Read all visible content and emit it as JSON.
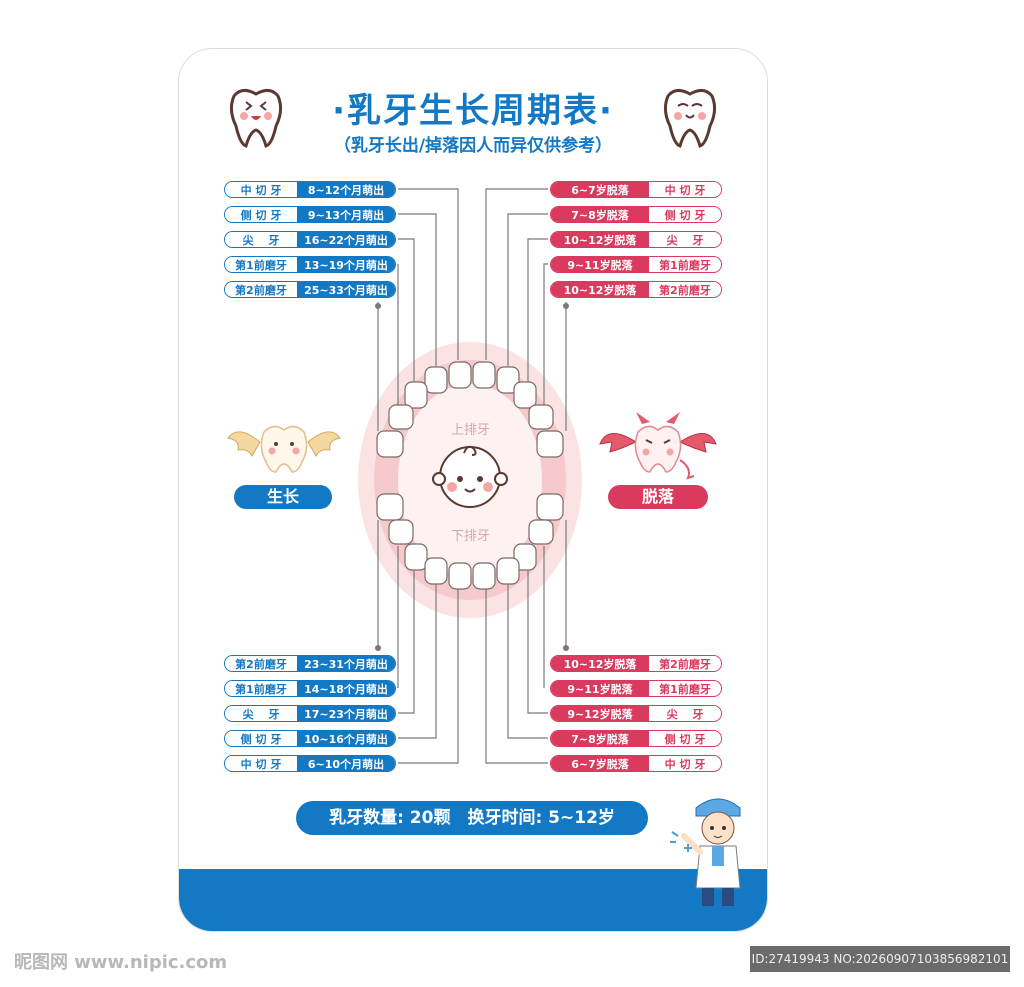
{
  "title": "·乳牙生长周期表·",
  "subtitle": "（乳牙长出/掉落因人而异仅供参考）",
  "labels": {
    "upper_jaw": "上排牙",
    "lower_jaw": "下排牙",
    "grow": "生长",
    "fall": "脱落"
  },
  "upper_grow": [
    {
      "name": "中 切 牙",
      "value": "8~12个月萌出"
    },
    {
      "name": "侧 切 牙",
      "value": "9~13个月萌出"
    },
    {
      "name": "尖　 牙",
      "value": "16~22个月萌出"
    },
    {
      "name": "第1前磨牙",
      "value": "13~19个月萌出"
    },
    {
      "name": "第2前磨牙",
      "value": "25~33个月萌出"
    }
  ],
  "upper_fall": [
    {
      "name": "中 切 牙",
      "value": "6~7岁脱落"
    },
    {
      "name": "侧 切 牙",
      "value": "7~8岁脱落"
    },
    {
      "name": "尖　 牙",
      "value": "10~12岁脱落"
    },
    {
      "name": "第1前磨牙",
      "value": "9~11岁脱落"
    },
    {
      "name": "第2前磨牙",
      "value": "10~12岁脱落"
    }
  ],
  "lower_grow": [
    {
      "name": "第2前磨牙",
      "value": "23~31个月萌出"
    },
    {
      "name": "第1前磨牙",
      "value": "14~18个月萌出"
    },
    {
      "name": "尖　 牙",
      "value": "17~23个月萌出"
    },
    {
      "name": "侧 切 牙",
      "value": "10~16个月萌出"
    },
    {
      "name": "中 切 牙",
      "value": "6~10个月萌出"
    }
  ],
  "lower_fall": [
    {
      "name": "第2前磨牙",
      "value": "10~12岁脱落"
    },
    {
      "name": "第1前磨牙",
      "value": "9~11岁脱落"
    },
    {
      "name": "尖　 牙",
      "value": "9~12岁脱落"
    },
    {
      "name": "侧 切 牙",
      "value": "7~8岁脱落"
    },
    {
      "name": "中 切 牙",
      "value": "6~7岁脱落"
    }
  ],
  "summary": "乳牙数量: 20颗　换牙时间: 5~12岁",
  "watermark": {
    "site": "昵图网 www.nipic.com",
    "id": "ID:27419943 NO:20260907103856982101"
  },
  "colors": {
    "blue": "#1479c4",
    "red": "#d93a5e",
    "gum": "#f6c9cc"
  },
  "icons": [
    "tooth-mascot-icon",
    "angel-tooth-icon",
    "devil-tooth-icon",
    "baby-face-icon",
    "doctor-icon"
  ]
}
